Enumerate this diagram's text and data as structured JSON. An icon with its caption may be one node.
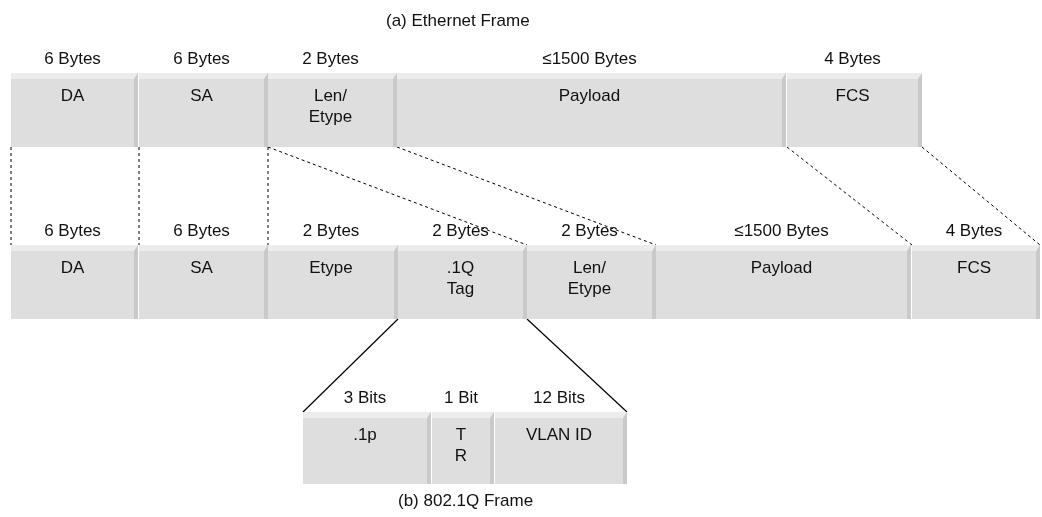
{
  "diagram": {
    "title": "(a) Ethernet Frame",
    "caption": "(b) 802.1Q Frame",
    "nodes": [
      {
        "text": [
          "DA"
        ],
        "beside": [
          "6 Bytes"
        ]
      },
      {
        "text": [
          "SA"
        ],
        "beside": [
          "6 Bytes"
        ]
      },
      {
        "text": [
          "Len/ Etype"
        ],
        "beside": [
          "2 Bytes"
        ]
      },
      {
        "text": [
          "Payload"
        ],
        "beside": [
          "≤1500 Bytes"
        ]
      },
      {
        "text": [
          "FCS"
        ],
        "beside": [
          "4 Bytes"
        ]
      },
      {
        "text": [
          "DA"
        ],
        "beside": [
          "6 Bytes"
        ]
      },
      {
        "text": [
          "SA"
        ],
        "beside": [
          "6 Bytes"
        ]
      },
      {
        "text": [
          "Etype"
        ],
        "beside": [
          "2 Bytes"
        ]
      },
      {
        "text": [
          ".1Q Tag"
        ],
        "beside": [
          "2 Bytes"
        ]
      },
      {
        "text": [
          "Len/ Etype"
        ],
        "beside": [
          "2 Bytes"
        ]
      },
      {
        "text": [
          "Payload"
        ],
        "beside": [
          "≤1500 Bytes"
        ]
      },
      {
        "text": [
          "FCS"
        ],
        "beside": [
          "4 Bytes"
        ]
      },
      {
        "text": [
          ".1p"
        ],
        "beside": [
          "3 Bits"
        ]
      },
      {
        "text": [
          "T R"
        ],
        "beside": [
          "1 Bit"
        ]
      },
      {
        "text": [
          "VLAN ID"
        ],
        "beside": [
          "12 Bits"
        ]
      }
    ],
    "edges": [
      {
        "from": 0,
        "to": 5,
        "arrow": "none",
        "style": "dashed"
      },
      {
        "from": 1,
        "to": 6,
        "arrow": "none",
        "style": "dashed"
      },
      {
        "from": 2,
        "to": 7,
        "arrow": "none",
        "style": "dashed"
      },
      {
        "from": 2,
        "to": 9,
        "arrow": "none",
        "style": "dashed"
      },
      {
        "from": 3,
        "to": 10,
        "arrow": "none",
        "style": "dashed"
      },
      {
        "from": 4,
        "to": 11,
        "arrow": "none",
        "style": "dashed"
      },
      {
        "from": 4,
        "to": 11,
        "arrow": "none",
        "style": "dashed"
      },
      {
        "from": 8,
        "to": 12,
        "arrow": "none"
      },
      {
        "from": 8,
        "to": 14,
        "arrow": "none"
      }
    ]
  }
}
